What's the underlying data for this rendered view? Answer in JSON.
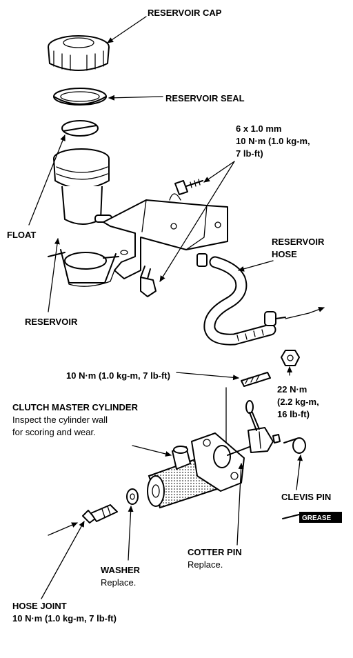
{
  "labels": {
    "reservoir_cap": "RESERVOIR CAP",
    "reservoir_seal": "RESERVOIR SEAL",
    "torque_small_1": "6 x 1.0 mm",
    "torque_small_2": "10 N·m (1.0 kg-m,",
    "torque_small_3": "7 lb-ft)",
    "float": "FLOAT",
    "reservoir_hose_1": "RESERVOIR",
    "reservoir_hose_2": "HOSE",
    "reservoir": "RESERVOIR",
    "stud_torque": "10 N·m (1.0 kg-m, 7 lb-ft)",
    "nut_torque_1": "22 N·m",
    "nut_torque_2": "(2.2 kg-m,",
    "nut_torque_3": "16 lb-ft)",
    "cmc_title": "CLUTCH MASTER CYLINDER",
    "cmc_note_1": "Inspect the cylinder wall",
    "cmc_note_2": "for scoring and wear.",
    "clevis_pin": "CLEVIS PIN",
    "grease": "GREASE",
    "cotter_pin": "COTTER PIN",
    "cotter_replace": "Replace.",
    "washer": "WASHER",
    "washer_replace": "Replace.",
    "hose_joint": "HOSE JOINT",
    "hose_joint_torque": "10 N·m (1.0 kg-m, 7 lb-ft)"
  }
}
